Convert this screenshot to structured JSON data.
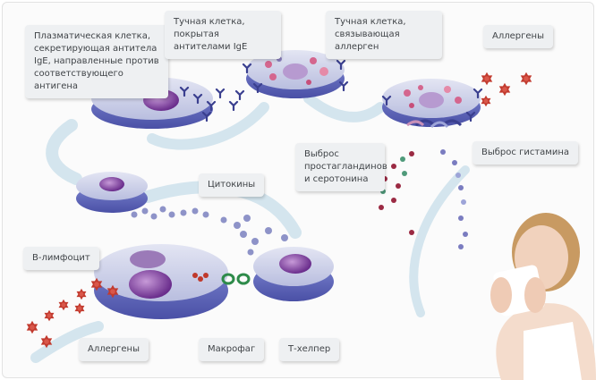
{
  "title": "Механизм аллергической реакции",
  "labels": {
    "plasma_cell": "Плазматическая клетка, секретирующая антитела IgE, направленные против соответствующего антигена",
    "mast_cell_ige": "Тучная клетка, покрытая антителами IgE",
    "mast_cell_allergen": "Тучная клетка, связывающая аллерген",
    "allergens_top": "Аллергены",
    "prostaglandins": "Выброс простагландинов и серотонина",
    "histamine": "Выброс гистамина",
    "cytokines": "Цитокины",
    "b_lymphocyte": "В-лимфоцит",
    "allergens_bottom": "Аллергены",
    "macrophage": "Макрофаг",
    "t_helper": "Т-хелпер"
  },
  "colors": {
    "cell_membrane": "#8e96d6",
    "cell_body": "#c7cbe6",
    "nucleus": "#8e4fa8",
    "antibody": "#3a3f8f",
    "allergen": "#c0392b",
    "arrow": "#cfe1ea",
    "granule_pink": "#d4668e",
    "granule_green": "#4f9a7a",
    "granule_red": "#9b2a43",
    "histamine_dot": "#7a7cc0",
    "label_bg": "#eef0f2"
  }
}
